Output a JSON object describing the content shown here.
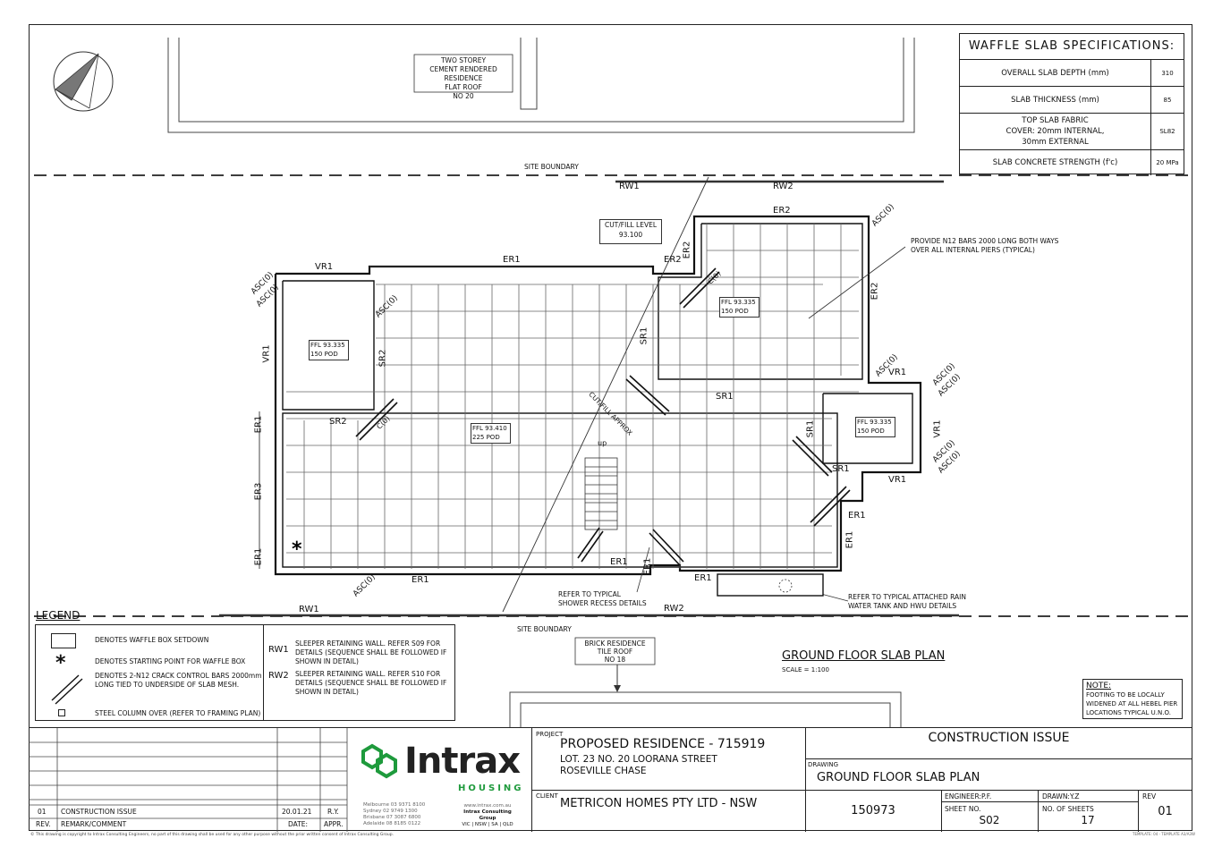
{
  "drawing": {
    "neighbour_north": [
      "TWO STOREY",
      "CEMENT RENDERED RESIDENCE",
      "FLAT ROOF",
      "NO 20"
    ],
    "neighbour_south": [
      "BRICK RESIDENCE",
      "TILE ROOF",
      "NO 18"
    ],
    "site_boundary": "SITE BOUNDARY",
    "cut_fill": [
      "CUT/FILL LEVEL",
      "93.100"
    ],
    "cut_fill_approx": "CUT/FILL APPROX",
    "ffl_rooms": [
      [
        "FFL 93.335",
        "150 POD"
      ],
      [
        "FFL 93.410",
        "225 POD"
      ],
      [
        "FFL 93.335",
        "150 POD"
      ],
      [
        "FFL 93.335",
        "150 POD"
      ]
    ],
    "beam_labels": {
      "rw1": "RW1",
      "rw2": "RW2",
      "er1": "ER1",
      "er2": "ER2",
      "er3": "ER3",
      "vr1": "VR1",
      "sr1": "SR1",
      "sr2": "SR2",
      "asc": "ASC(0)",
      "c": "C(0)",
      "up": "up"
    },
    "callouts": {
      "n12": [
        "PROVIDE N12 BARS 2000 LONG BOTH WAYS",
        "OVER ALL INTERNAL PIERS (TYPICAL)"
      ],
      "shower": [
        "REFER TO TYPICAL",
        "SHOWER RECESS DETAILS"
      ],
      "tank": [
        "REFER TO TYPICAL ATTACHED RAIN",
        "WATER TANK AND HWU DETAILS"
      ]
    },
    "plan_title": "GROUND FLOOR SLAB PLAN",
    "scale": "SCALE = 1:100"
  },
  "spec_table": {
    "title": "WAFFLE SLAB SPECIFICATIONS:",
    "rows": [
      {
        "label": "OVERALL SLAB DEPTH (mm)",
        "value": "310"
      },
      {
        "label": "SLAB THICKNESS (mm)",
        "value": "85"
      },
      {
        "label": "TOP SLAB FABRIC\nCOVER: 20mm INTERNAL,\n30mm EXTERNAL",
        "value": "SL82"
      },
      {
        "label": "SLAB CONCRETE STRENGTH (f'c)",
        "value": "20 MPa"
      }
    ]
  },
  "legend": {
    "title": "LEGEND",
    "items": [
      "DENOTES WAFFLE BOX SETDOWN",
      "DENOTES STARTING POINT FOR WAFFLE BOX",
      "DENOTES  2-N12 CRACK CONTROL BARS 2000mm\nLONG TIED TO UNDERSIDE OF SLAB MESH.",
      "STEEL COLUMN OVER (REFER TO FRAMING PLAN)"
    ],
    "walls": [
      {
        "code": "RW1",
        "text": "SLEEPER RETAINING WALL. REFER S09 FOR\nDETAILS (SEQUENCE SHALL BE FOLLOWED IF\nSHOWN IN DETAIL)"
      },
      {
        "code": "RW2",
        "text": "SLEEPER RETAINING WALL. REFER S10 FOR\nDETAILS (SEQUENCE SHALL BE FOLLOWED IF\nSHOWN IN DETAIL)"
      }
    ]
  },
  "note": {
    "title": "NOTE:",
    "text": "FOOTING TO BE LOCALLY\nWIDENED AT ALL HEBEL PIER\nLOCATIONS TYPICAL U.N.O."
  },
  "title_block": {
    "revisions": [
      {
        "rev": "01",
        "remark": "CONSTRUCTION ISSUE",
        "date": "20.01.21",
        "appr": "R.Y."
      }
    ],
    "rev_header": {
      "rev": "REV.",
      "remark": "REMARK/COMMENT",
      "date": "DATE:",
      "appr": "APPR."
    },
    "logo": {
      "name": "Intrax",
      "sub": "HOUSING"
    },
    "offices": [
      {
        "city": "Melbourne",
        "phone": "03 9371 8100"
      },
      {
        "city": "Sydney",
        "phone": "02 9749 1300"
      },
      {
        "city": "Brisbane",
        "phone": "07 3087 6800"
      },
      {
        "city": "Adelaide",
        "phone": "08 8185 0122"
      }
    ],
    "website": "www.intrax.com.au",
    "group": "Intrax Consulting Group",
    "states": "VIC | NSW | SA | QLD",
    "project_label": "PROJECT",
    "project_title": "PROPOSED RESIDENCE - 715919",
    "project_addr1": "LOT. 23 NO. 20 LOORANA STREET",
    "project_addr2": "ROSEVILLE CHASE",
    "client_label": "CLIENT",
    "client": "METRICON HOMES PTY LTD - NSW",
    "issue": "CONSTRUCTION ISSUE",
    "drawing_label": "DRAWING",
    "drawing": "GROUND FLOOR SLAB PLAN",
    "job_no": "150973",
    "engineer": "ENGINEER:P.F.",
    "drawn": "DRAWN:Y.Z",
    "rev_label": "REV",
    "rev": "01",
    "sheet_label": "SHEET NO.",
    "sheet": "S02",
    "sheets_label": "NO. OF SHEETS",
    "sheets": "17",
    "copyright": "This drawing is copyright to Intrax Consulting Engineers, no part of this drawing shall be used for any other purpose without the prior written consent of Intrax Consulting Group.",
    "template": "TEMPLATE: 04 - TEMPLATE A3/A3W"
  }
}
